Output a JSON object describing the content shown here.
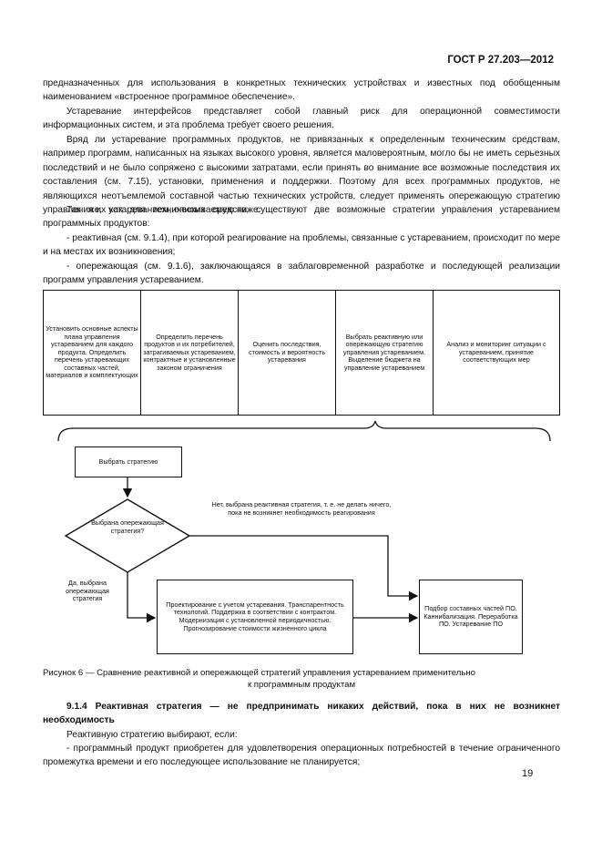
{
  "header": {
    "doc_id": "ГОСТ Р 27.203—2012"
  },
  "paragraphs": [
    "предназначенных для использования в конкретных технических устройствах и известных под обобщенным наименованием «встроенное программное обеспечение».",
    "Устаревание интерфейсов представляет собой главный риск для операционной совместимости информационных систем, и эта проблема требует своего решения.",
    "Вряд ли устаревание программных продуктов, не привязанных к определенным техническим средствам, например программ, написанных на языках высокого уровня, является маловероятным, могло бы не иметь серьезных последствий и не было сопряжено с высокими затратами, если принять во внимание все возможные последствия их составления (см. 7.15), установки, применения и поддержки. Поэтому для всех программных продуктов, не являющихся неотъемлемой составной частью технических устройств, следует применять опережающую стратегию управления их устареванием, описываемую ниже.",
    "Так же, как для технических средств, существуют две возможные стратегии управления устареванием программных продуктов:",
    "- реактивная (см. 9.1.4), при которой реагирование на проблемы, связанные с устареванием, происходит по мере и на местах их возникновения;",
    "- опережающая (см. 9.1.6), заключающаяся в заблаговременной разработке и последующей реализации программ управления устареванием."
  ],
  "diagram": {
    "top_boxes": [
      "Установить основные аспекты плана управления устареванием для каждого продукта. Определить перечень устаревающих составных частей, материалов и комплектующих",
      "Определить перечень продуктов и их потребителей, затрагиваемых устареванием, контрактные и установленные законом ограничения",
      "Оценить последствия, стоимость и вероятность устаревания",
      "Выбрать реактивную или опережающую стратегию управления устареванием. Выделение бюджета на управление устареванием",
      "Анализ и мониторинг ситуации с устареванием, принятие соответствующих мер"
    ],
    "choose_strategy": "Выбрать стратегию",
    "decision": "Выбрана опережающая стратегия?",
    "no_label": "Нет, выбрана реактивная стратегия, т. е. не делать ничего, пока не возникнет необходимость реагирования",
    "yes_label": "Да, выбрана опережающая стратегия",
    "proactive_box": "Проектирование с учетом устаревания. Транспарентность технологий. Поддержка в соответствии с контрактом. Модернизация с установленной периодичностью. Прогнозирование стоимости жизненного цикла",
    "reactive_box": "Подбор составных частей ПО. Каннибализация. Переработка ПО. Устаревание ПО"
  },
  "figure_caption_line1": "Рисунок 6 — Сравнение реактивной и опережающей стратегий управления устареванием применительно",
  "figure_caption_line2": "к программным продуктам",
  "section_heading": "9.1.4 Реактивная стратегия — не предпринимать никаких действий, пока в них не возникнет необходимость",
  "tail_paragraphs": [
    "Реактивную стратегию выбирают, если:",
    "- программный продукт приобретен для удовлетворения операционных потребностей в течение ограниченного промежутка времени и его последующее использование не планируется;"
  ],
  "page_number": "19"
}
